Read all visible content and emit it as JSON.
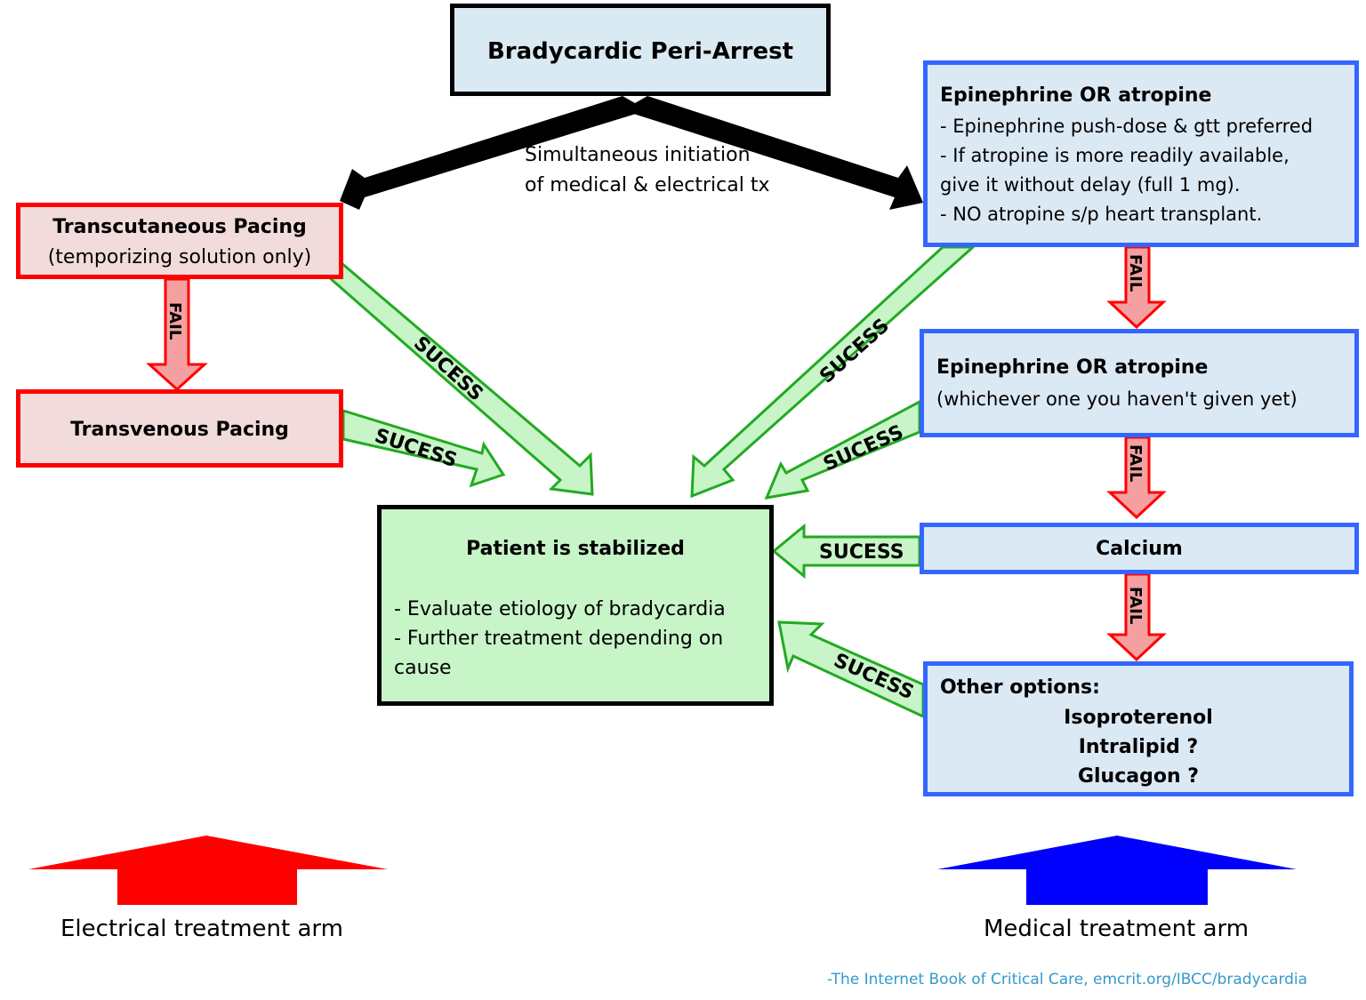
{
  "title": "Bradycardic Peri-Arrest",
  "simultaneous": {
    "line1": "Simultaneous initiation",
    "line2": "of medical & electrical tx"
  },
  "electrical": {
    "transcutaneous": {
      "title": "Transcutaneous Pacing",
      "subtitle": "(temporizing solution only)"
    },
    "transvenous": {
      "title": "Transvenous Pacing"
    }
  },
  "medical": {
    "step1": {
      "title": "Epinephrine OR atropine",
      "lines": [
        "- Epinephrine push-dose & gtt preferred",
        "- If atropine is more readily available,",
        "give it without delay (full 1 mg).",
        "- NO atropine s/p heart transplant."
      ]
    },
    "step2": {
      "title": "Epinephrine OR atropine",
      "subtitle": "(whichever one you haven't given yet)"
    },
    "step3": {
      "title": "Calcium"
    },
    "step4": {
      "title": "Other options:",
      "items": [
        "Isoproterenol",
        "Intralipid ?",
        "Glucagon ?"
      ]
    }
  },
  "stabilized": {
    "title": "Patient is stabilized",
    "lines": [
      "- Evaluate etiology of bradycardia",
      "- Further treatment depending on",
      "cause"
    ]
  },
  "labels": {
    "success": "SUCESS",
    "fail": "FAIL"
  },
  "arms": {
    "electrical": "Electrical treatment arm",
    "medical": "Medical treatment arm"
  },
  "citation": "-The Internet Book of Critical Care, emcrit.org/IBCC/bradycardia",
  "colors": {
    "electrical_arrow": "#ff0000",
    "medical_arrow": "#0000ff",
    "success_fill": "#c8f5c8",
    "success_stroke": "#22aa22",
    "fail_fill": "#f4a0a0",
    "fail_stroke": "#ff0000",
    "citation": "#3399cc"
  }
}
